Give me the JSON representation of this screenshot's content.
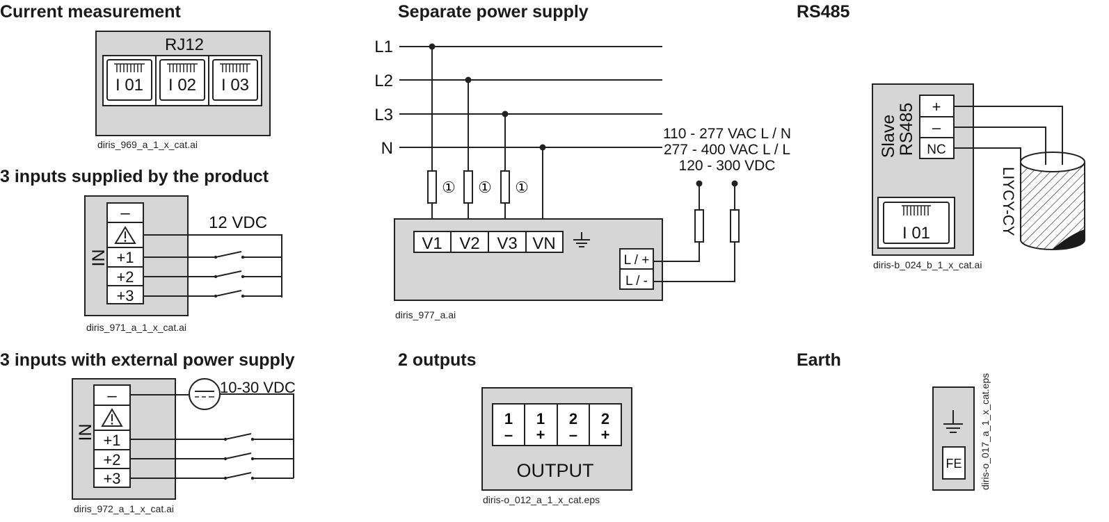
{
  "sections": {
    "current_measurement": {
      "title": "Current measurement",
      "connector_label": "RJ12",
      "ports": [
        "I 01",
        "I 02",
        "I 03"
      ],
      "filename": "diris_969_a_1_x_cat.ai"
    },
    "inputs_product": {
      "title": "3 inputs supplied by the product",
      "side_label": "IN",
      "terminals": [
        "–",
        "+1",
        "+2",
        "+3"
      ],
      "voltage": "12 VDC",
      "filename": "diris_971_a_1_x_cat.ai"
    },
    "inputs_external": {
      "title": "3 inputs with external power supply",
      "side_label": "IN",
      "terminals": [
        "–",
        "+1",
        "+2",
        "+3"
      ],
      "voltage": "10-30 VDC",
      "filename": "diris_972_a_1_x_cat.ai"
    },
    "separate_power": {
      "title": "Separate power supply",
      "lines": [
        "L1",
        "L2",
        "L3",
        "N"
      ],
      "terminals": [
        "V1",
        "V2",
        "V3",
        "VN"
      ],
      "fuse_marker": "①",
      "supply_terminals": [
        "L / +",
        "L / -"
      ],
      "ratings": [
        "110 - 277 VAC L / N",
        "277 - 400 VAC L / L",
        "120 - 300 VDC"
      ],
      "filename": "diris_977_a.ai"
    },
    "outputs": {
      "title": "2 outputs",
      "terminals": [
        {
          "num": "1",
          "sign": "–"
        },
        {
          "num": "1",
          "sign": "+"
        },
        {
          "num": "2",
          "sign": "–"
        },
        {
          "num": "2",
          "sign": "+"
        }
      ],
      "label": "OUTPUT",
      "filename": "diris-o_012_a_1_x_cat.eps"
    },
    "rs485": {
      "title": "RS485",
      "side_label_1": "Slave",
      "side_label_2": "RS485",
      "terminals": [
        "+",
        "–",
        "NC"
      ],
      "port": "I 01",
      "cable": "LIYCY-CY",
      "filename": "diris-b_024_b_1_x_cat.ai"
    },
    "earth": {
      "title": "Earth",
      "terminal": "FE",
      "filename": "diris-o_017_a_1_x_cat.eps"
    }
  }
}
